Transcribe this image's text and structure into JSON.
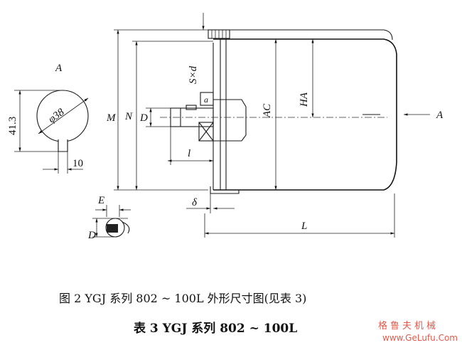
{
  "labels": {
    "view_mark": "A",
    "view_arrow": "A",
    "dim_413": "41.3",
    "dim_phi38": "φ38",
    "dim_10": "10",
    "dim_M": "M",
    "dim_N": "N",
    "dim_D": "D",
    "dim_Sd": "S×d",
    "dim_a": "a",
    "dim_AC": "AC",
    "dim_HA": "HA",
    "dim_l": "l",
    "dim_delta": "δ",
    "dim_L": "L",
    "dim_E": "E",
    "dim_D2": "D"
  },
  "captions": {
    "figure": "图 2   YGJ 系列 802 ~ 100L 外形尺寸图(见表 3)",
    "table": "表 3    YGJ 系列 802 ~ 100L"
  },
  "watermark": {
    "cn": "格鲁夫机械",
    "url": "www.GeLufu.Com"
  },
  "colors": {
    "ink": "#111111",
    "watermark": "#e25a4a"
  }
}
